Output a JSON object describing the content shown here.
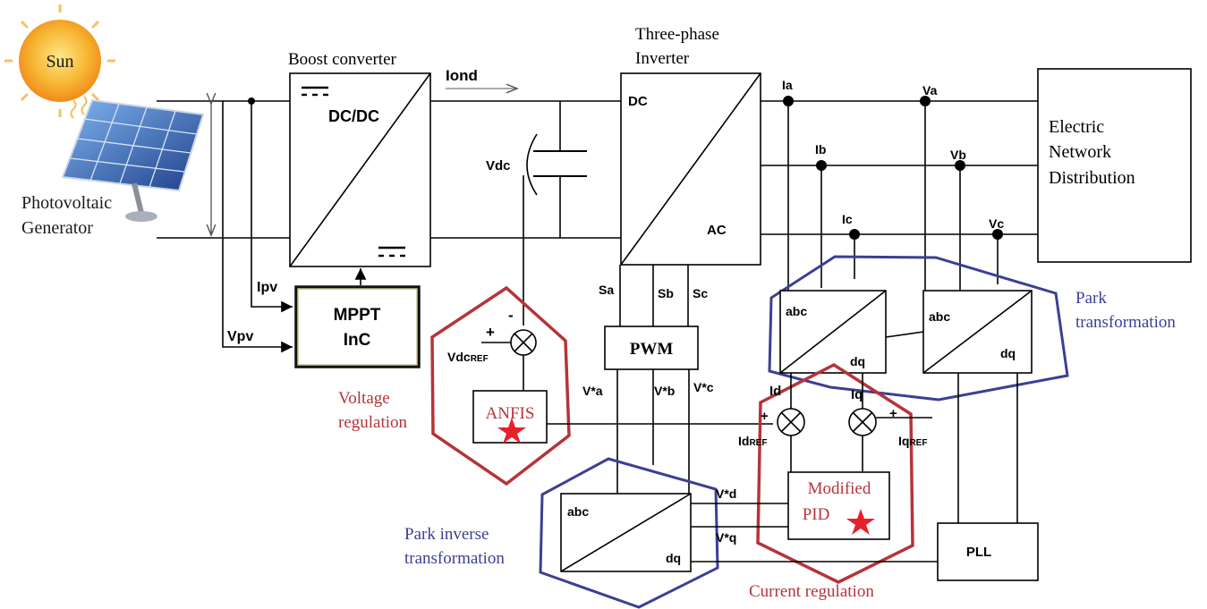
{
  "pv": {
    "sun_label": "Sun",
    "generator_label_line1": "Photovoltaic",
    "generator_label_line2": "Generator"
  },
  "boost": {
    "title": "Boost converter",
    "box_label": "DC/DC",
    "current_label": "Iond"
  },
  "mppt": {
    "line1": "MPPT",
    "line2": "InC",
    "ipv_label": "Ipv",
    "vpv_label": "Vpv"
  },
  "dc_link": {
    "vdc_label": "Vdc"
  },
  "inverter": {
    "title_line1": "Three-phase",
    "title_line2": "Inverter",
    "dc_label": "DC",
    "ac_label": "AC",
    "switch_labels": [
      "Sa",
      "Sb",
      "Sc"
    ]
  },
  "pwm": {
    "label": "PWM",
    "ref_labels": [
      "V*a",
      "V*b",
      "V*c"
    ]
  },
  "grid": {
    "line1": "Electric",
    "line2": "Network",
    "line3": "Distribution",
    "current_labels": [
      "Ia",
      "Ib",
      "Ic"
    ],
    "voltage_labels": [
      "Va",
      "Vb",
      "Vc"
    ]
  },
  "voltage_regulation": {
    "plus": "+",
    "minus": "-",
    "vdc_ref_main": "Vdc",
    "vdc_ref_sub": "REF",
    "anfis_label": "ANFIS",
    "caption_line1": "Voltage",
    "caption_line2": "regulation"
  },
  "park": {
    "abc_label": "abc",
    "dq_label": "dq",
    "caption_line1": "Park",
    "caption_line2": "transformation"
  },
  "current_regulation": {
    "id_label": "Id",
    "iq_label": "Iq",
    "id_ref_main": "Id",
    "id_ref_sub": "REF",
    "iq_ref_main": "Iq",
    "iq_ref_sub": "REF",
    "plus": "+",
    "pid_line1": "Modified",
    "pid_line2": "PID",
    "caption": "Current regulation"
  },
  "inverse_park": {
    "abc_label": "abc",
    "dq_label": "dq",
    "vd_label": "V*d",
    "vq_label": "V*q",
    "caption_line1": "Park inverse",
    "caption_line2": "transformation"
  },
  "pll": {
    "label": "PLL"
  },
  "colors": {
    "red_hexagon": "#b5343a",
    "blue_hexagon": "#3c3f93",
    "star": "#e8202a",
    "voltage_caption": "#b5343a",
    "park_caption": "#3c3f93",
    "sun": "#f5a623"
  }
}
